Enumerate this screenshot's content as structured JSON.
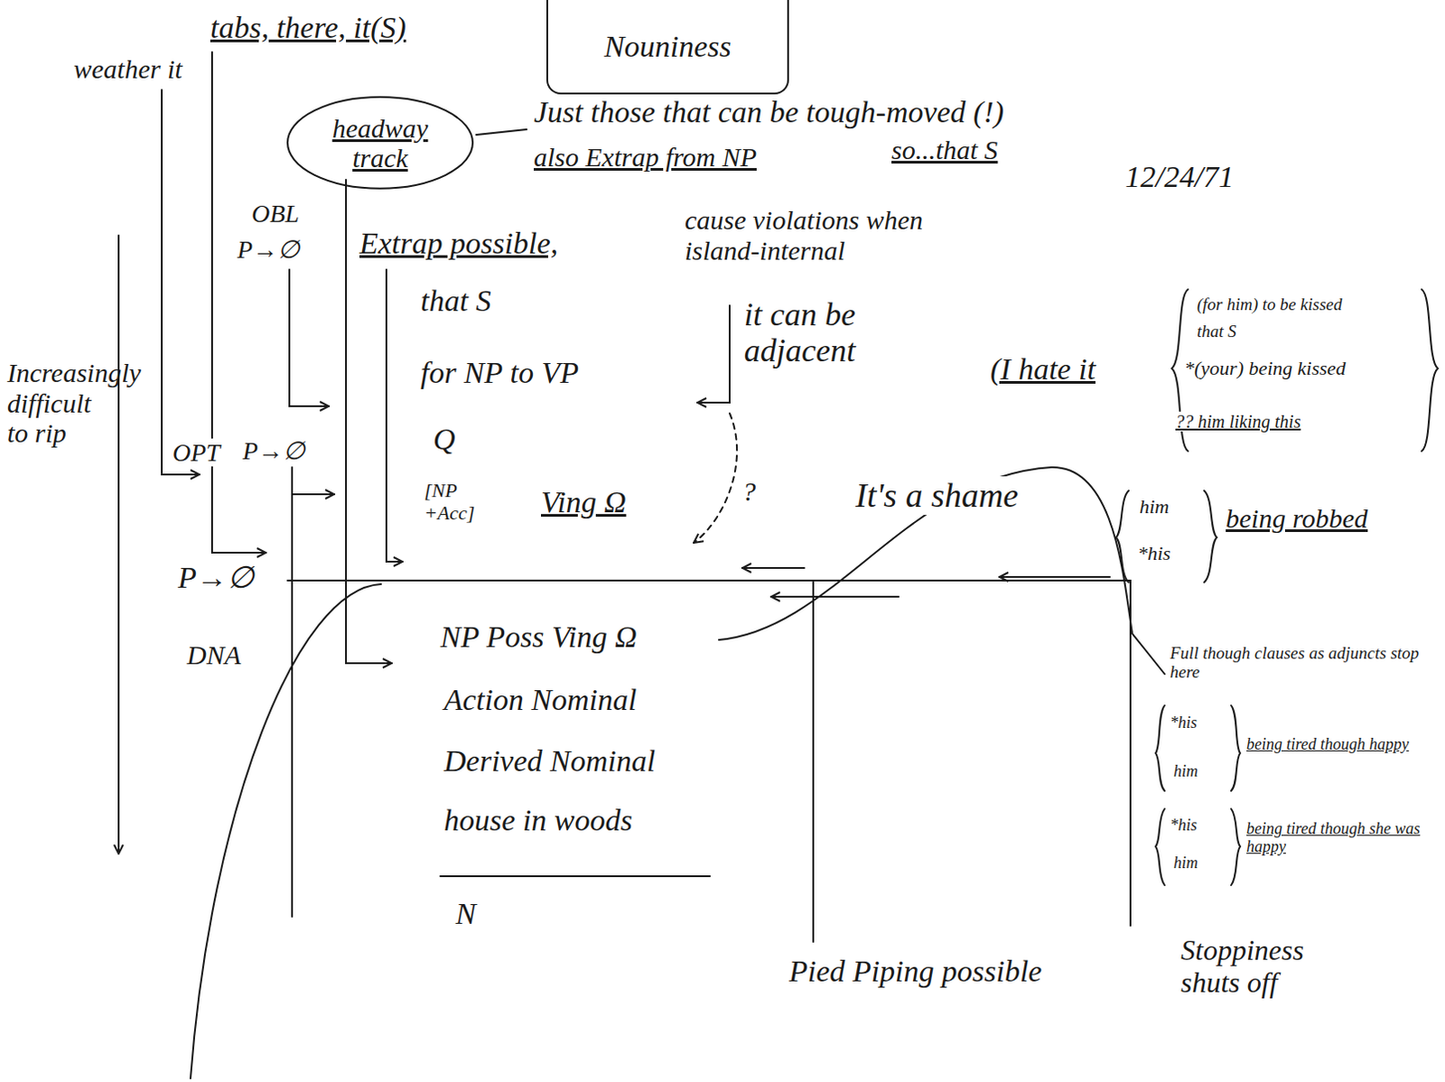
{
  "diagram": {
    "nodes": [
      {
        "text": [
          "Nouniness"
        ]
      },
      {
        "text": [
          "headway track"
        ]
      }
    ],
    "labels": [
      "weather it",
      "tabs, there, it(S)",
      "Just those that can be tough-moved (!)",
      "also Extrap from NP",
      "so...that S",
      "12/24/71",
      "OBL",
      "P→∅",
      "Extrap possible,",
      "cause violations when island-internal",
      "that S",
      "for NP to VP",
      "Q",
      "[NP +Acc]",
      "Ving Ω",
      "?",
      "it can be adjacent",
      "(I hate it",
      "(for him) to be kissed",
      "that S",
      "*(your) being kissed",
      "?? him liking this",
      "It's a shame",
      "him",
      "*his",
      "being robbed",
      "Increasingly difficult to rip",
      "OPT",
      "P→∅",
      "P→∅",
      "DNA",
      "NP Poss Ving Ω",
      "Action Nominal",
      "Derived Nominal",
      "house in woods",
      "N",
      "Pied Piping possible",
      "Full though clauses as adjuncts stop here",
      "*his",
      "him",
      "being tired though happy",
      "*his",
      "him",
      "being tired though she was happy",
      "Stoppiness shuts off"
    ]
  }
}
